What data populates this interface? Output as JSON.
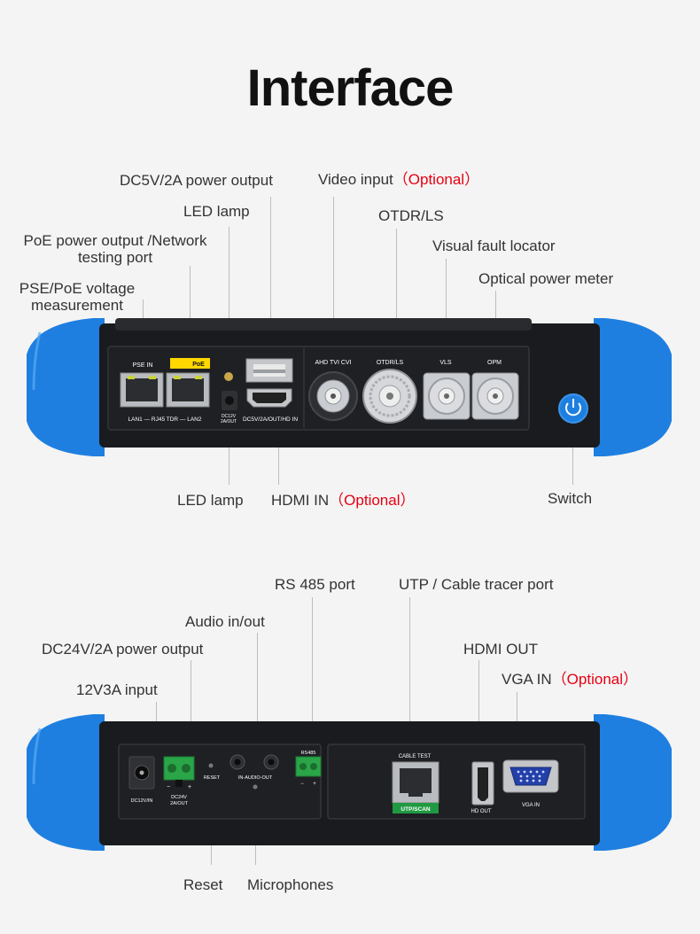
{
  "title": "Interface",
  "optional_text": "（Optional）",
  "top_labels": {
    "dc5v": "DC5V/2A power output",
    "video_input": "Video input",
    "led_lamp_top": "LED lamp",
    "otdr_ls": "OTDR/LS",
    "poe_line1": "PoE power output /Network",
    "poe_line2": "testing port",
    "vfl": "Visual fault locator",
    "opm": "Optical power meter",
    "pse_line1": "PSE/PoE voltage",
    "pse_line2": "measurement",
    "led_lamp_bottom": "LED lamp",
    "hdmi_in": "HDMI IN",
    "switch": "Switch"
  },
  "top_panel": {
    "pse_in": "PSE IN",
    "poe": "PoE",
    "lan_caption": "LAN1 — RJ45 TDR — LAN2",
    "dc12v_line1": "DC12V",
    "dc12v_line2": "2A/OUT",
    "dc5v_caption": "DC5V/2A/OUT/HD IN",
    "ahd": "AHD TVI CVI",
    "otdr": "OTDR/LS",
    "vls": "VLS",
    "opm": "OPM"
  },
  "bottom_labels": {
    "rs485": "RS 485 port",
    "utp": "UTP / Cable tracer port",
    "audio": "Audio in/out",
    "dc24v": "DC24V/2A power output",
    "hdmi_out": "HDMI OUT",
    "input_12v": "12V3A input",
    "vga_in": "VGA IN",
    "reset": "Reset",
    "mic": "Microphones"
  },
  "bottom_panel": {
    "dc12v_in": "DC12V/IN",
    "minus": "−",
    "plus": "+",
    "dc24v_line1": "DC24V",
    "dc24v_line2": "2A/OUT",
    "reset": "RESET",
    "audio": "IN-AUDIO-OUT",
    "rs485": "RS485",
    "cable_test": "CABLE TEST",
    "utp_scan": "UTP/SCAN",
    "hd_out": "HD OUT",
    "vga_in": "VGA IN"
  },
  "colors": {
    "bumper": "#1e7fe0",
    "body": "#1a1b1e",
    "optional": "#e60012",
    "poe_badge": "#ffd800",
    "utp_badge": "#1f9a43",
    "terminal": "#2aa548"
  }
}
